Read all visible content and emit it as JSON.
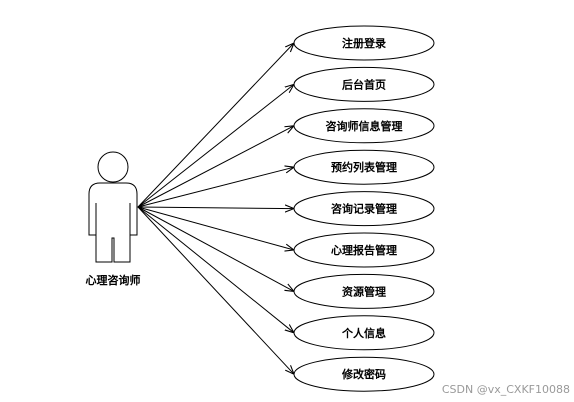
{
  "actor": {
    "label": "心理咨询师"
  },
  "use_cases": [
    "注册登录",
    "后台首页",
    "咨询师信息管理",
    "预约列表管理",
    "咨询记录管理",
    "心理报告管理",
    "资源管理",
    "个人信息",
    "修改密码"
  ],
  "watermark": "CSDN @vx_CXKF10088",
  "colors": {
    "stroke": "#000000",
    "background": "#ffffff",
    "watermark": "#9a9a9a"
  }
}
